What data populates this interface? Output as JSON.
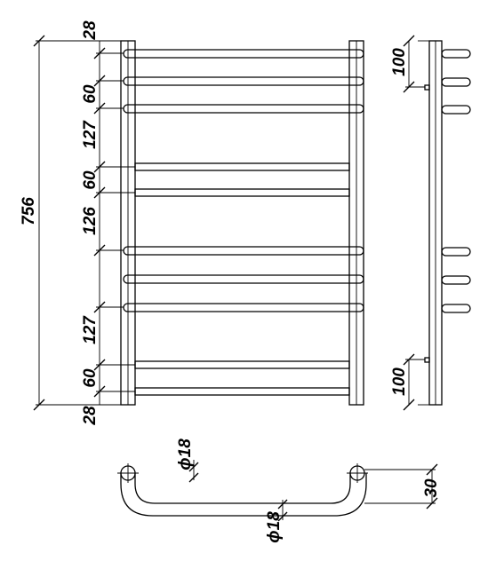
{
  "dimensions": {
    "total_height": "756",
    "front_top": "28",
    "front_bottom": "28",
    "front_gap_a": "60",
    "front_span_a": "127",
    "front_gap_b": "60",
    "front_span_b": "126",
    "front_span_c": "127",
    "front_gap_c": "60",
    "side_top": "100",
    "side_bottom": "100",
    "plan_depth": "30",
    "plan_diameter_top": "ϕ18",
    "plan_diameter_bottom": "ϕ18"
  }
}
